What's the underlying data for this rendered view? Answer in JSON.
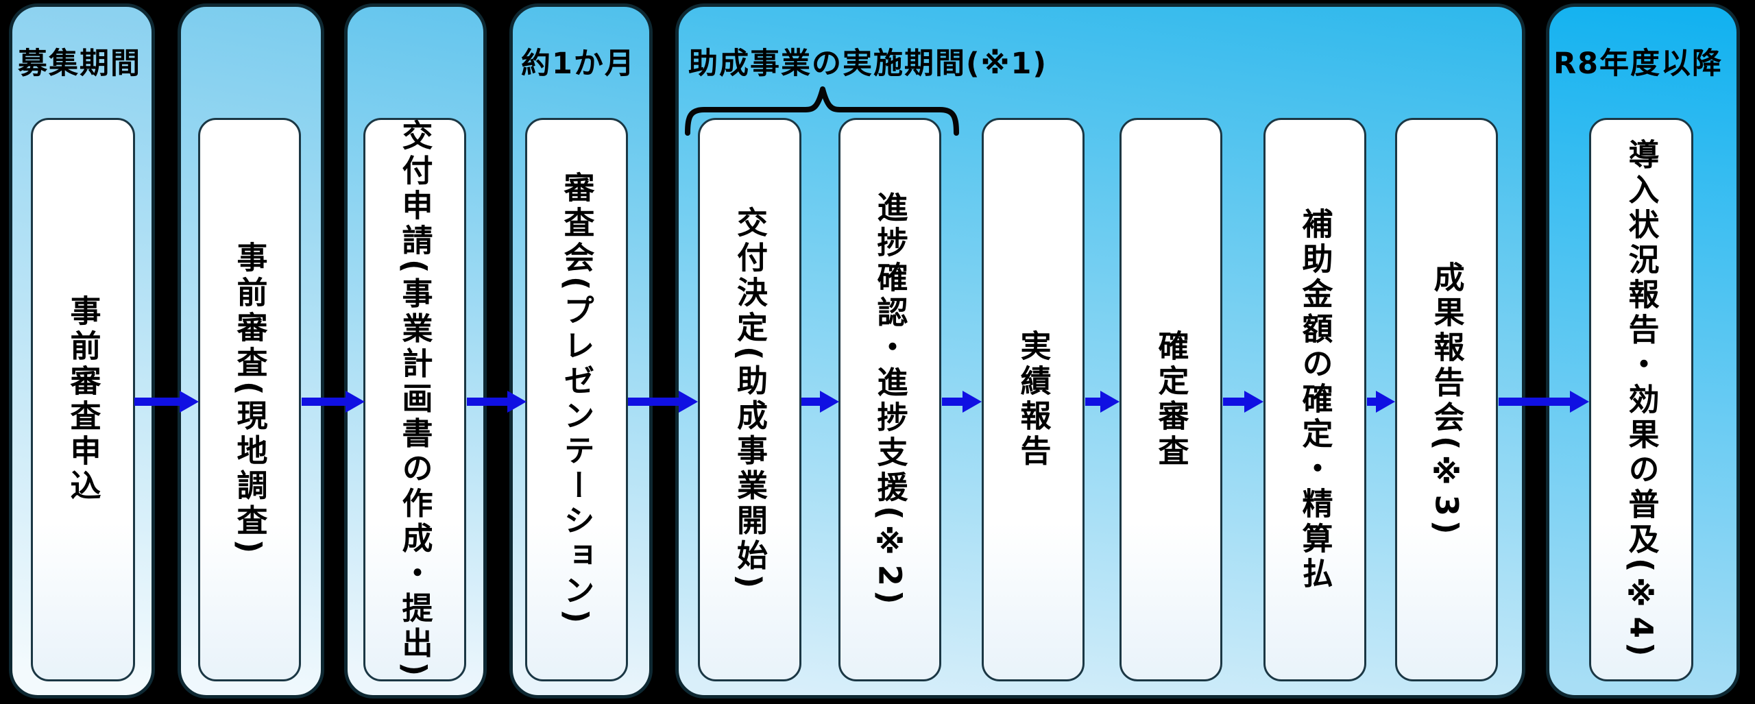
{
  "flow": {
    "panels": [
      {
        "header": "募集期間",
        "steps": [
          "事前審査申込"
        ]
      },
      {
        "header": "",
        "steps": [
          "事前審査(現地調査)"
        ]
      },
      {
        "header": "",
        "steps": [
          "交付申請(事業計画書の作成・提出)"
        ]
      },
      {
        "header": "約1か月",
        "steps": [
          "審査会(プレゼンテーション)"
        ]
      },
      {
        "header": "助成事業の実施期間(※1)",
        "steps": [
          "交付決定(助成事業開始)",
          "進捗確認・進捗支援(※2)",
          "実績報告",
          "確定審査",
          "補助金額の確定・精算払",
          "成果報告会(※3)"
        ]
      },
      {
        "header": "R8年度以降",
        "steps": [
          "導入状況報告・効果の普及(※4)"
        ]
      }
    ],
    "colors": {
      "background": "#000000",
      "arrow_blue": "#1010e2",
      "panel_border": "#0e2832",
      "box_border": "#1b3744",
      "box_fill": "#ffffff",
      "panel_gradient_tops": [
        "#8ad1f0",
        "#7accee",
        "#63c5ed",
        "#4fc0ec",
        "#2eb8ec",
        "#10b1f0"
      ],
      "panel_gradient_bottom": "#f3fafd",
      "text": "#000000"
    }
  }
}
